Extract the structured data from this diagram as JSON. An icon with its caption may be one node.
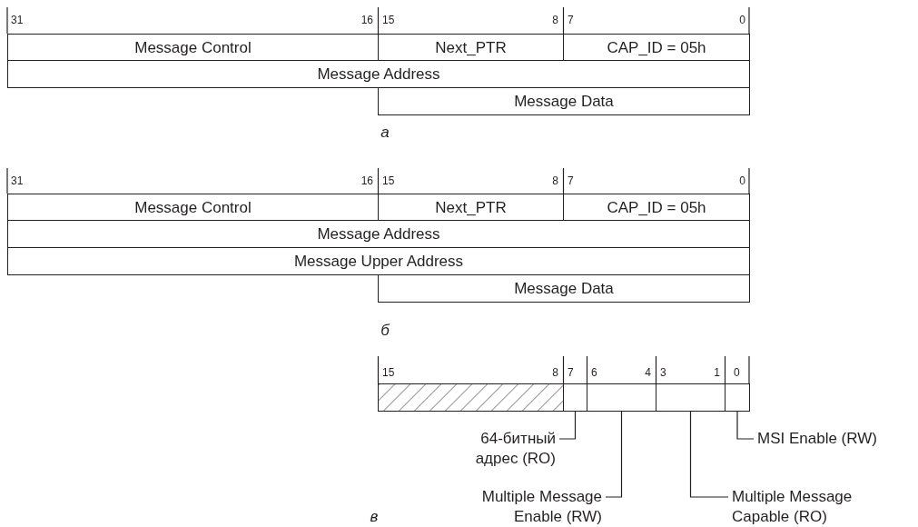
{
  "diagram": {
    "nodes": [
      {
        "text": [
          "Message Control"
        ]
      },
      {
        "text": [
          "Next_PTR"
        ]
      },
      {
        "text": [
          "CAP_ID = 05h"
        ]
      },
      {
        "text": [
          "Message Address"
        ]
      },
      {
        "text": [
          "Message Data"
        ]
      },
      {
        "text": [
          "Message Control"
        ]
      },
      {
        "text": [
          "Next_PTR"
        ]
      },
      {
        "text": [
          "CAP_ID = 05h"
        ]
      },
      {
        "text": [
          "Message Address"
        ]
      },
      {
        "text": [
          "Message Upper Address"
        ]
      },
      {
        "text": [
          "Message Data"
        ]
      },
      {
        "text": [],
        "shape": "box"
      },
      {
        "text": [],
        "shape": "box"
      },
      {
        "text": [],
        "shape": "box"
      },
      {
        "text": [],
        "shape": "box"
      },
      {
        "text": [],
        "shape": "box"
      },
      {
        "text": [
          "64-битный адрес (RO)"
        ]
      },
      {
        "text": [
          "MSI Enable (RW)"
        ]
      },
      {
        "text": [
          "Multiple Message Enable (RW)"
        ]
      },
      {
        "text": [
          "Multiple Message Capable (RO)"
        ]
      }
    ],
    "edges": [
      {
        "from": 16,
        "to": 12,
        "arrow": "none"
      },
      {
        "from": 17,
        "to": 15,
        "arrow": "none"
      },
      {
        "from": 18,
        "to": 13,
        "arrow": "none"
      },
      {
        "from": 19,
        "to": 14,
        "arrow": "none"
      }
    ],
    "labels": [
      "31",
      "16",
      "15",
      "8",
      "7",
      "0",
      "а",
      "31",
      "16",
      "15",
      "8",
      "7",
      "0",
      "б",
      "15",
      "8",
      "7",
      "6",
      "4",
      "3",
      "1",
      "0",
      "в"
    ]
  }
}
